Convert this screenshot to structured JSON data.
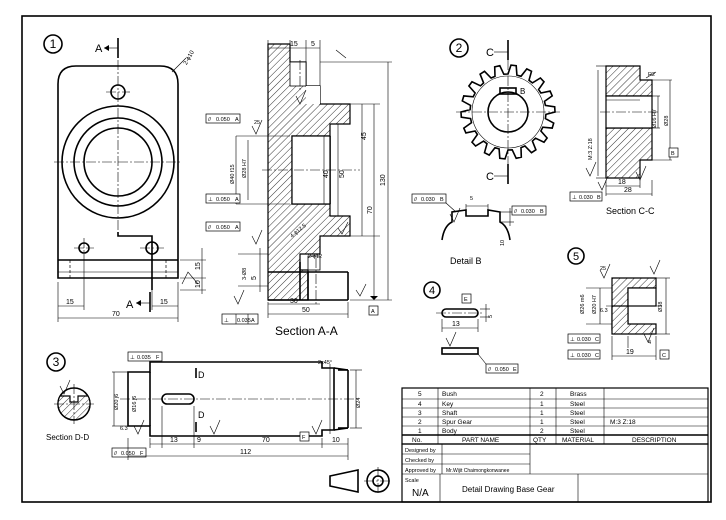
{
  "views": {
    "v1": {
      "number": "1",
      "section_mark": "A",
      "chamfer": "2-ϕ10",
      "dim_bottom_left": "15",
      "dim_bottom_right": "15",
      "dim_width": "70",
      "dim_h": "15",
      "dim_h2": "10",
      "ftol": "0.035",
      "ftol_datum": "A"
    },
    "va": {
      "title": "Section A-A",
      "d15": "15",
      "d5": "5",
      "d40": "40",
      "d50": "50",
      "d45": "45",
      "d70": "70",
      "d130": "130",
      "bore": "Ø28 H7",
      "boss": "Ø40 f15",
      "hole": "4-ϕ12.5",
      "tap": "2-ϕ12",
      "d3": "3-Ø8",
      "d30": "30",
      "d50b": "50",
      "ftol1": "0.050",
      "ftol2": "0.050",
      "ftol3": "0.050",
      "datum": "A",
      "rough": "25",
      "rough2": "6.3"
    },
    "v2": {
      "number": "2",
      "section_mark": "C",
      "detail_mark": "B",
      "d5": "5",
      "d10": "10",
      "ftol_l": "0.030",
      "ftol_r": "0.030",
      "datum": "B",
      "detail_title": "Detail B"
    },
    "vc": {
      "title": "Section C-C",
      "chamfer": "R2",
      "bore": "Ø16 H7",
      "od": "Ø28",
      "gear": "M:3  Z:18",
      "d18": "18",
      "d28": "28",
      "ftol": "0.030",
      "datum": "B"
    },
    "v3": {
      "number": "3",
      "title": "Section D-D",
      "chamfer": "2x45°",
      "dia1": "Ø20 j6",
      "dia2": "Ø16 j6",
      "dia3": "Ø24",
      "ftol": "0.035",
      "ftol2": "0.050",
      "datum": "F",
      "d13": "13",
      "d9": "9",
      "d70": "70",
      "d10": "10",
      "d112": "112",
      "d6": "6.3",
      "section_mark": "D"
    },
    "v4": {
      "number": "4",
      "datum": "E",
      "d13": "13",
      "d5": "5",
      "ftol": "0.050",
      "datum2": "E"
    },
    "v5": {
      "number": "5",
      "d26": "Ø26 m6",
      "d20": "Ø20 H7",
      "d38": "Ø38",
      "ftol1": "0.030",
      "ftol2": "0.030",
      "d19": "19",
      "d4": "4",
      "datum": "C",
      "rough": "25",
      "rough2": "6.3"
    }
  },
  "parts_list": {
    "headers": [
      "No.",
      "PART NAME",
      "QTY",
      "MATERIAL",
      "DESCRIPTION"
    ],
    "rows": [
      {
        "no": "5",
        "name": "Bush",
        "qty": "2",
        "material": "Brass",
        "desc": ""
      },
      {
        "no": "4",
        "name": "Key",
        "qty": "1",
        "material": "Steel",
        "desc": ""
      },
      {
        "no": "3",
        "name": "Shaft",
        "qty": "1",
        "material": "Steel",
        "desc": ""
      },
      {
        "no": "2",
        "name": "Spur Gear",
        "qty": "1",
        "material": "Steel",
        "desc": "M:3   Z:18"
      },
      {
        "no": "1",
        "name": "Body",
        "qty": "2",
        "material": "Steel",
        "desc": ""
      }
    ]
  },
  "title_block": {
    "designed_by": "Designed by",
    "checked_by": "Checked by",
    "approved_by": "Approved by",
    "approver": "Mr.Wijit  Chaimongkonwanee",
    "scale_label": "Scale",
    "scale": "N/A",
    "drawing_title": "Detail Drawing Base Gear"
  }
}
